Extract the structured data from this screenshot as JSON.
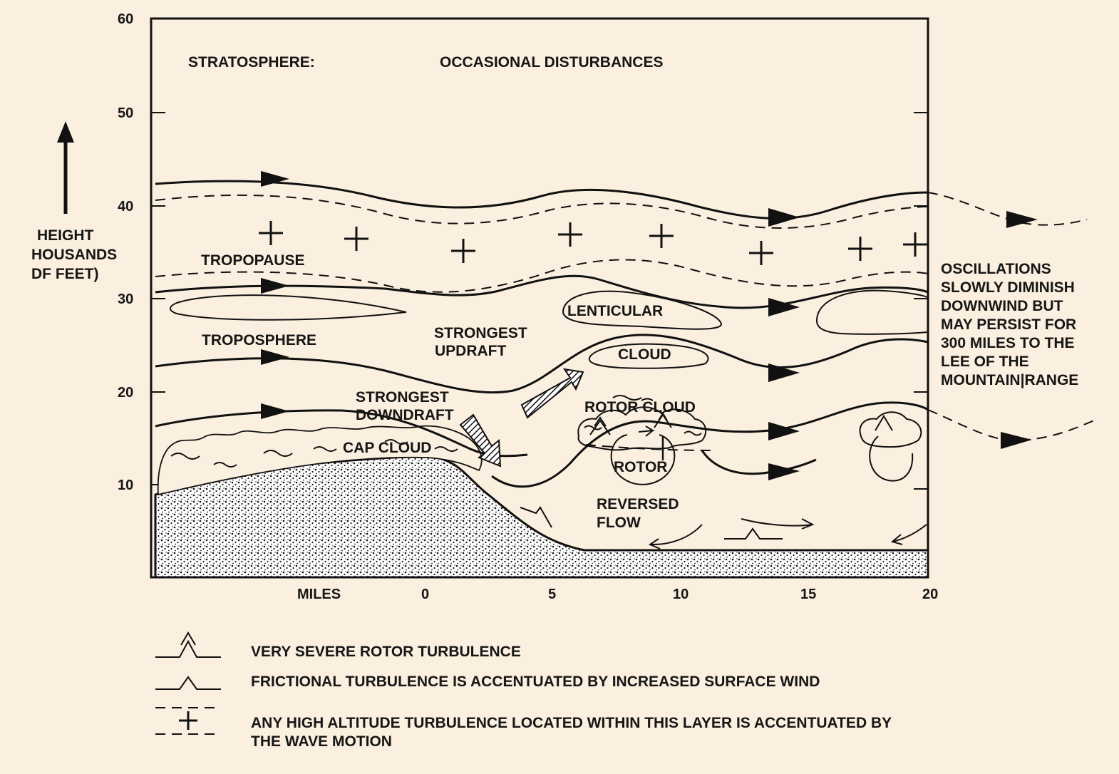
{
  "y_axis": {
    "title_lines": [
      "HEIGHT",
      "HOUSANDS",
      "DF FEET)"
    ],
    "ticks": [
      "60",
      "50",
      "40",
      "30",
      "20",
      "10"
    ]
  },
  "x_axis": {
    "label": "MILES",
    "ticks": [
      "0",
      "5",
      "10",
      "15",
      "20"
    ]
  },
  "labels": {
    "stratosphere": "STRATOSPHERE:",
    "occasional": "OCCASIONAL DISTURBANCES",
    "tropopause": "TROPOPAUSE",
    "troposphere": "TROPOSPHERE",
    "strongest_updraft": [
      "STRONGEST",
      "UPDRAFT"
    ],
    "strongest_downdraft": [
      "STRONGEST",
      "DOWNDRAFT"
    ],
    "cap_cloud": "CAP CLOUD",
    "lenticular": "LENTICULAR",
    "cloud": "CLOUD",
    "rotor_cloud": "ROTOR CLOUD",
    "rotor": "ROTOR",
    "reversed_flow": [
      "REVERSED",
      "FLOW"
    ],
    "oscillations": [
      "OSCILLATIONS",
      "SLOWLY DIMINISH",
      "DOWNWIND BUT",
      "MAY PERSIST FOR",
      "300 MILES TO THE",
      "LEE OF THE",
      "MOUNTAIN|RANGE"
    ]
  },
  "legend": [
    {
      "icon": "very-severe-rotor-turbulence-icon",
      "text": "VERY SEVERE ROTOR TURBULENCE"
    },
    {
      "icon": "frictional-turbulence-icon",
      "text": "FRICTIONAL TURBULENCE IS ACCENTUATED BY INCREASED SURFACE WIND"
    },
    {
      "icon": "high-altitude-turbulence-layer-icon",
      "text": [
        "ANY HIGH ALTITUDE TURBULENCE LOCATED WITHIN THIS LAYER IS ACCENTUATED BY",
        "THE WAVE MOTION"
      ]
    }
  ],
  "colors": {
    "background": "#fbefdf",
    "ink": "#111111"
  }
}
